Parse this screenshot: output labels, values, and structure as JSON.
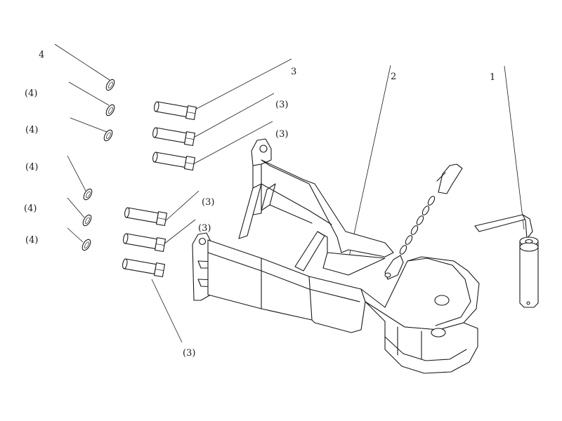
{
  "drawing": {
    "callouts": [
      {
        "id": "c4-top",
        "text": "4"
      },
      {
        "id": "c4-a",
        "text": "(4)"
      },
      {
        "id": "c4-b",
        "text": "(4)"
      },
      {
        "id": "c4-c",
        "text": "(4)"
      },
      {
        "id": "c4-d",
        "text": "(4)"
      },
      {
        "id": "c4-e",
        "text": "(4)"
      },
      {
        "id": "c3-top",
        "text": "3"
      },
      {
        "id": "c3-a",
        "text": "(3)"
      },
      {
        "id": "c3-b",
        "text": "(3)"
      },
      {
        "id": "c3-c",
        "text": "(3)"
      },
      {
        "id": "c3-d",
        "text": "(3)"
      },
      {
        "id": "c3-bottom",
        "text": "(3)"
      },
      {
        "id": "c2",
        "text": "2"
      },
      {
        "id": "c1",
        "text": "1"
      }
    ]
  }
}
